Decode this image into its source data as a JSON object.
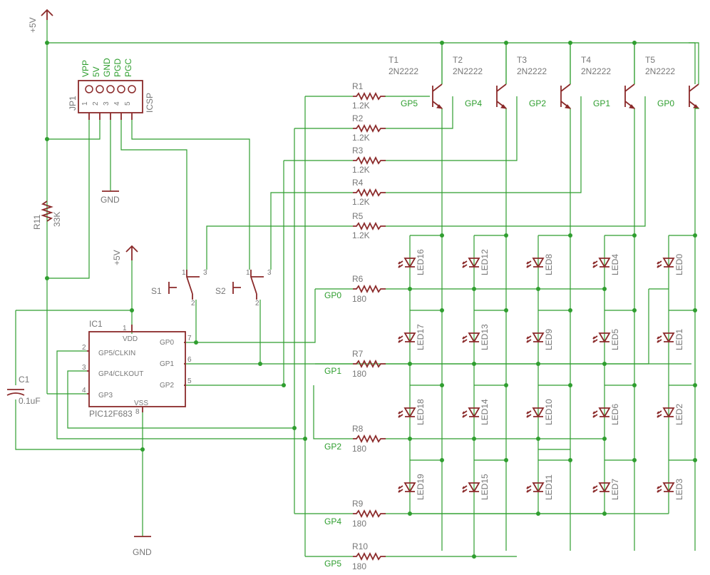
{
  "power": {
    "vcc_top": "+5V",
    "vcc_ic": "+5V",
    "gnd_icsp": "GND",
    "gnd_main": "GND"
  },
  "icsp": {
    "ref": "JP1",
    "name": "ICSP",
    "pins": [
      "VPP",
      "5V",
      "GND",
      "PGD",
      "PGC"
    ],
    "pin_numbers": [
      "1",
      "2",
      "3",
      "4",
      "5"
    ]
  },
  "r11": {
    "ref": "R11",
    "value": "33K"
  },
  "c1": {
    "ref": "C1",
    "value": "0.1uF"
  },
  "ic1": {
    "ref": "IC1",
    "part": "PIC12F683",
    "pins_left": [
      {
        "num": "1",
        "name": "VDD"
      },
      {
        "num": "2",
        "name": "GP5/CLKIN"
      },
      {
        "num": "3",
        "name": "GP4/CLKOUT"
      },
      {
        "num": "4",
        "name": "GP3"
      }
    ],
    "pins_right": [
      {
        "num": "7",
        "name": "GP0"
      },
      {
        "num": "6",
        "name": "GP1"
      },
      {
        "num": "5",
        "name": "GP2"
      }
    ],
    "pin8": {
      "num": "8",
      "name": "VSS"
    }
  },
  "switches": [
    {
      "ref": "S1",
      "pins": [
        "1",
        "2",
        "3"
      ]
    },
    {
      "ref": "S2",
      "pins": [
        "1",
        "2",
        "3"
      ]
    }
  ],
  "transistors": [
    {
      "ref": "T1",
      "part": "2N2222",
      "net": "GP5"
    },
    {
      "ref": "T2",
      "part": "2N2222",
      "net": "GP4"
    },
    {
      "ref": "T3",
      "part": "2N2222",
      "net": "GP2"
    },
    {
      "ref": "T4",
      "part": "2N2222",
      "net": "GP1"
    },
    {
      "ref": "T5",
      "part": "2N2222",
      "net": "GP0"
    }
  ],
  "base_resistors": [
    {
      "ref": "R1",
      "value": "1.2K"
    },
    {
      "ref": "R2",
      "value": "1.2K"
    },
    {
      "ref": "R3",
      "value": "1.2K"
    },
    {
      "ref": "R4",
      "value": "1.2K"
    },
    {
      "ref": "R5",
      "value": "1.2K"
    }
  ],
  "row_resistors": [
    {
      "ref": "R6",
      "value": "180",
      "net": "GP0"
    },
    {
      "ref": "R7",
      "value": "180",
      "net": "GP1"
    },
    {
      "ref": "R8",
      "value": "180",
      "net": "GP2"
    },
    {
      "ref": "R9",
      "value": "180",
      "net": "GP4"
    },
    {
      "ref": "R10",
      "value": "180",
      "net": "GP5"
    }
  ],
  "leds": [
    [
      "LED16",
      "LED12",
      "LED8",
      "LED4",
      "LED0"
    ],
    [
      "LED17",
      "LED13",
      "LED9",
      "LED5",
      "LED1"
    ],
    [
      "LED18",
      "LED14",
      "LED10",
      "LED6",
      "LED2"
    ],
    [
      "LED19",
      "LED15",
      "LED11",
      "LED7",
      "LED3"
    ]
  ],
  "colors": {
    "wire": "#2f9e2f",
    "part": "#8b2a2a",
    "text": "#777777"
  }
}
